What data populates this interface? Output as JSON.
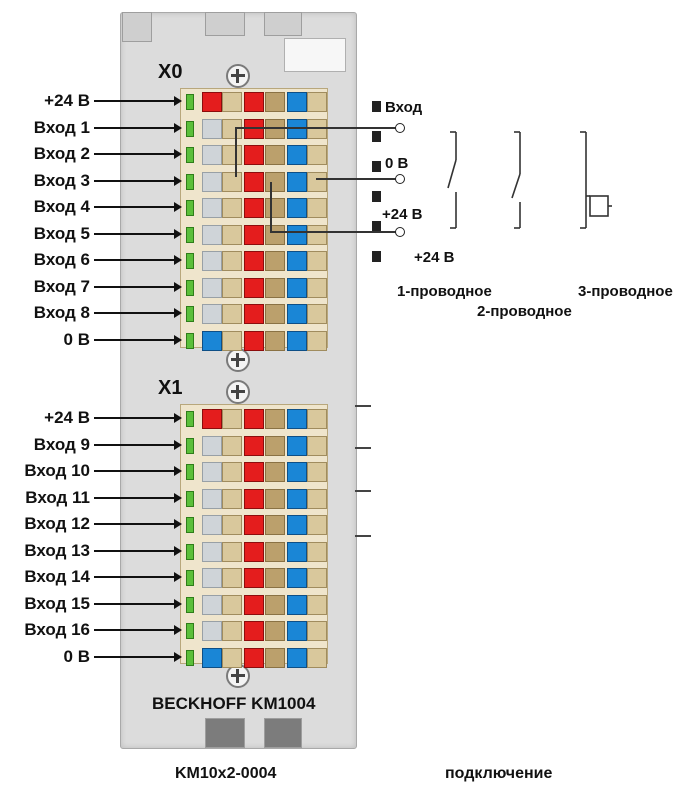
{
  "module": {
    "group0_header": "X0",
    "group1_header": "X1",
    "brand_label": "BECKHOFF KM1004"
  },
  "group0_labels": [
    "+24 В",
    "Вход 1",
    "Вход 2",
    "Вход 3",
    "Вход 4",
    "Вход 5",
    "Вход 6",
    "Вход 7",
    "Вход 8",
    "0 В"
  ],
  "group1_labels": [
    "+24 В",
    "Вход 9",
    "Вход 10",
    "Вход 11",
    "Вход 12",
    "Вход 13",
    "Вход 14",
    "Вход 15",
    "Вход 16",
    "0 В"
  ],
  "wiring": {
    "sensor_input_label": "Вход",
    "zero_volt_label": "0 В",
    "plus24_label_a": "+24 В",
    "plus24_label_b": "+24 В",
    "one_wire_label": "1-проводное",
    "two_wire_label": "2-проводное",
    "three_wire_label": "3-проводное"
  },
  "captions": {
    "model": "KM10x2-0004",
    "connection": "подключение"
  },
  "colors": {
    "red": "#e41d1d",
    "blue": "#1a86d6",
    "green": "#5bbf3a",
    "housing": "#dcdcdc",
    "terminal_block": "#efe5cc"
  }
}
